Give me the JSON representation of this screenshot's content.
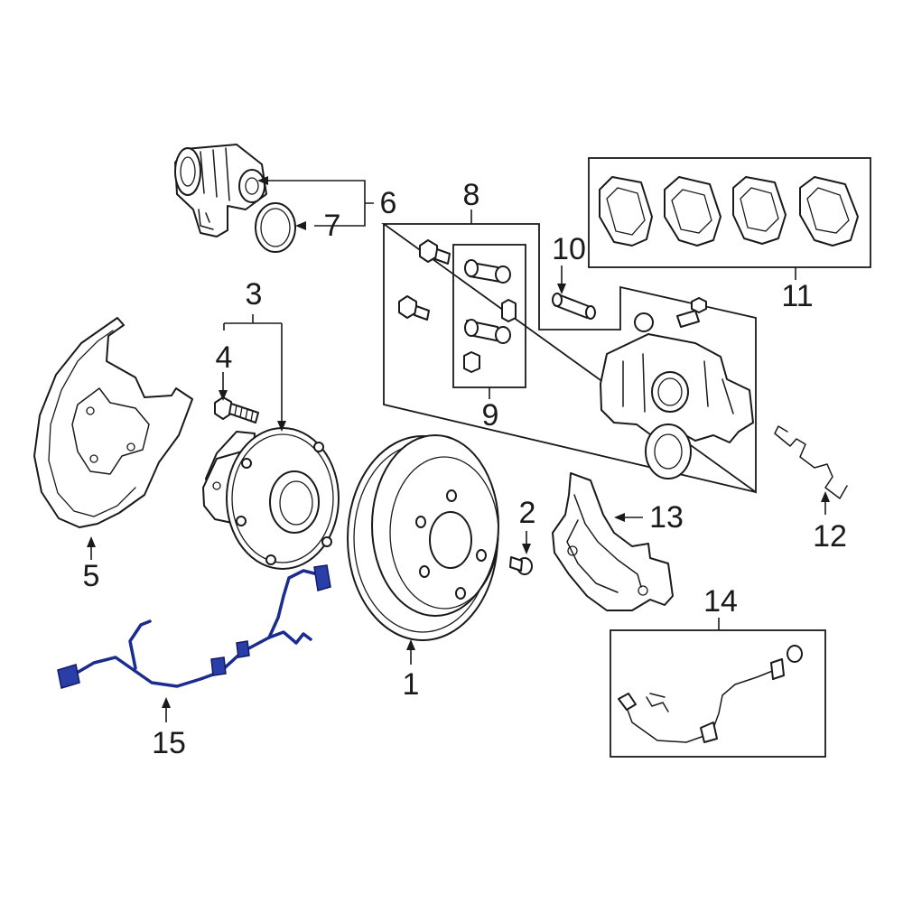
{
  "callouts": {
    "c1": "1",
    "c2": "2",
    "c3": "3",
    "c4": "4",
    "c5": "5",
    "c6": "6",
    "c7": "7",
    "c8": "8",
    "c9": "9",
    "c10": "10",
    "c11": "11",
    "c12": "12",
    "c13": "13",
    "c14": "14",
    "c15": "15"
  },
  "colors": {
    "line": "#1a1a1a",
    "highlight": "#2a3ea8",
    "background": "#ffffff"
  }
}
